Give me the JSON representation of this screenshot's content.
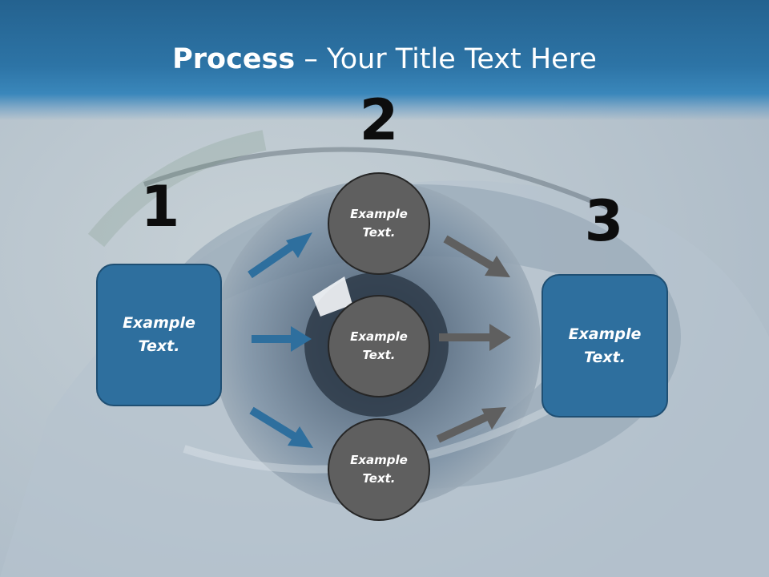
{
  "title": {
    "bold": "Process",
    "rest": " – Your Title Text Here"
  },
  "steps": {
    "one": {
      "number": "1",
      "text": "Example Text."
    },
    "two": {
      "number": "2"
    },
    "three": {
      "number": "3",
      "text": "Example Text."
    }
  },
  "circles": [
    {
      "text": "Example Text."
    },
    {
      "text": "Example Text."
    },
    {
      "text": "Example Text."
    }
  ],
  "colors": {
    "title_bar": "#2d74a6",
    "box_fill": "#2e6f9e",
    "circle_fill": "#5f5f5f",
    "blue_arrow": "#2e6f9e",
    "gray_arrow": "#5f5f5f"
  }
}
